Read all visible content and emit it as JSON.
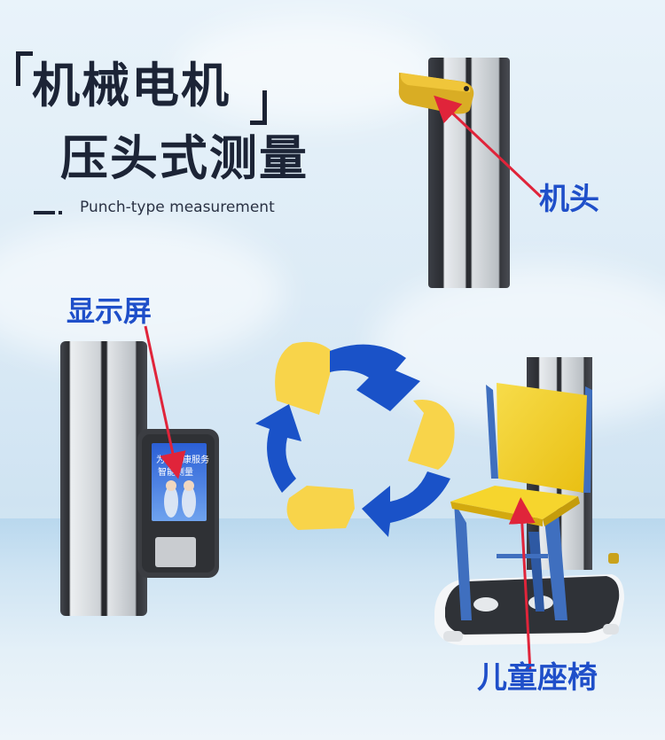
{
  "title": {
    "line1": "机械电机",
    "line2": "压头式测量",
    "subtitle": "Punch-type measurement"
  },
  "labels": {
    "head": "机头",
    "display": "显示屏",
    "seat": "儿童座椅"
  },
  "screen": {
    "line1": "为您健康服务",
    "line2": "智能测量"
  },
  "colors": {
    "title": "#1c2436",
    "label": "#1f4fc9",
    "pointer": "#e0243a",
    "recycle_blue": "#1a52c8",
    "recycle_yellow": "#f8d44a",
    "seat_yellow": "#f4cf1f",
    "chair_frame": "#3f6fbf"
  },
  "icons": [
    "recycle-arrows-icon"
  ]
}
